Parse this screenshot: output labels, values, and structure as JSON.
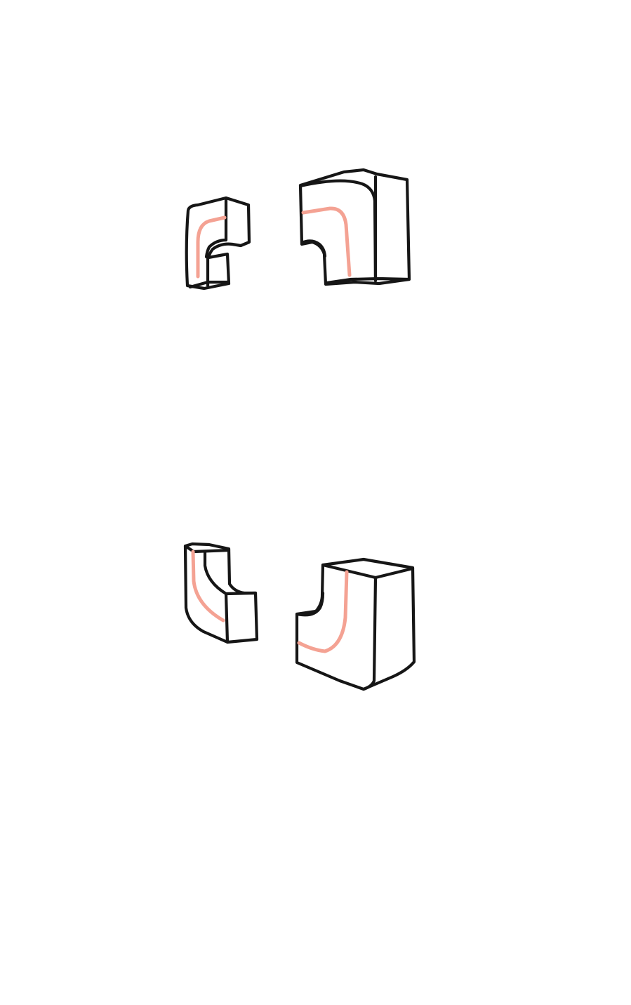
{
  "colors": {
    "background": "#ffffff",
    "ink": "#161616",
    "guide": "#f4a293"
  },
  "drawing": {
    "subject": "four-sketched-l-shaped-corner-blocks",
    "rows": [
      {
        "name": "top-row",
        "pieces": [
          "small-curved-block",
          "large-curved-block"
        ]
      },
      {
        "name": "bottom-row",
        "pieces": [
          "small-curved-block",
          "large-curved-block"
        ]
      }
    ]
  }
}
